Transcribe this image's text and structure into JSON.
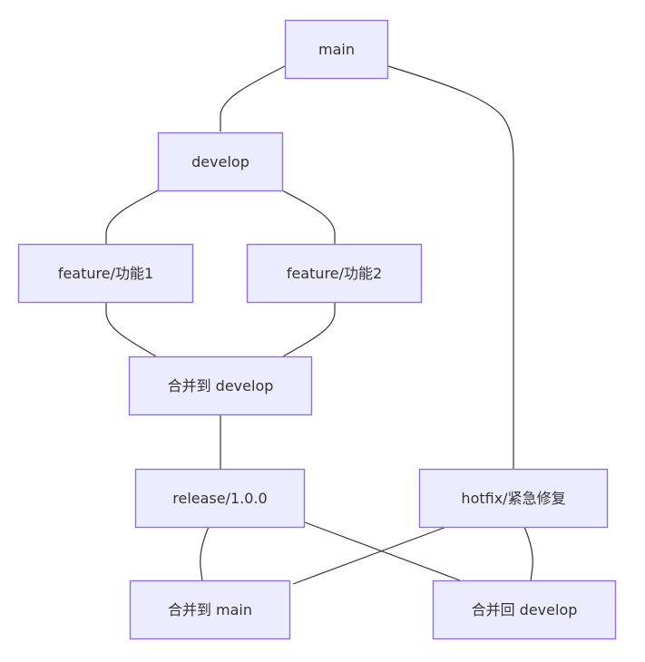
{
  "diagram": {
    "type": "flowchart",
    "direction": "top-down",
    "colors": {
      "node_fill": "#ECECFF",
      "node_border": "#9370DB",
      "edge": "#333333",
      "text": "#333333",
      "background": "#FFFFFF"
    },
    "nodes": [
      {
        "id": "main",
        "label": "main"
      },
      {
        "id": "develop",
        "label": "develop"
      },
      {
        "id": "feature1",
        "label": "feature/功能1"
      },
      {
        "id": "feature2",
        "label": "feature/功能2"
      },
      {
        "id": "merge_develop",
        "label": "合并到 develop"
      },
      {
        "id": "release",
        "label": "release/1.0.0"
      },
      {
        "id": "hotfix",
        "label": "hotfix/紧急修复"
      },
      {
        "id": "merge_main",
        "label": "合并到 main"
      },
      {
        "id": "merge_back_develop",
        "label": "合并回 develop"
      }
    ],
    "edges": [
      {
        "from": "main",
        "to": "develop"
      },
      {
        "from": "main",
        "to": "hotfix"
      },
      {
        "from": "develop",
        "to": "feature1"
      },
      {
        "from": "develop",
        "to": "feature2"
      },
      {
        "from": "feature1",
        "to": "merge_develop"
      },
      {
        "from": "feature2",
        "to": "merge_develop"
      },
      {
        "from": "merge_develop",
        "to": "release"
      },
      {
        "from": "release",
        "to": "merge_main"
      },
      {
        "from": "release",
        "to": "merge_back_develop"
      },
      {
        "from": "hotfix",
        "to": "merge_main"
      },
      {
        "from": "hotfix",
        "to": "merge_back_develop"
      }
    ]
  }
}
